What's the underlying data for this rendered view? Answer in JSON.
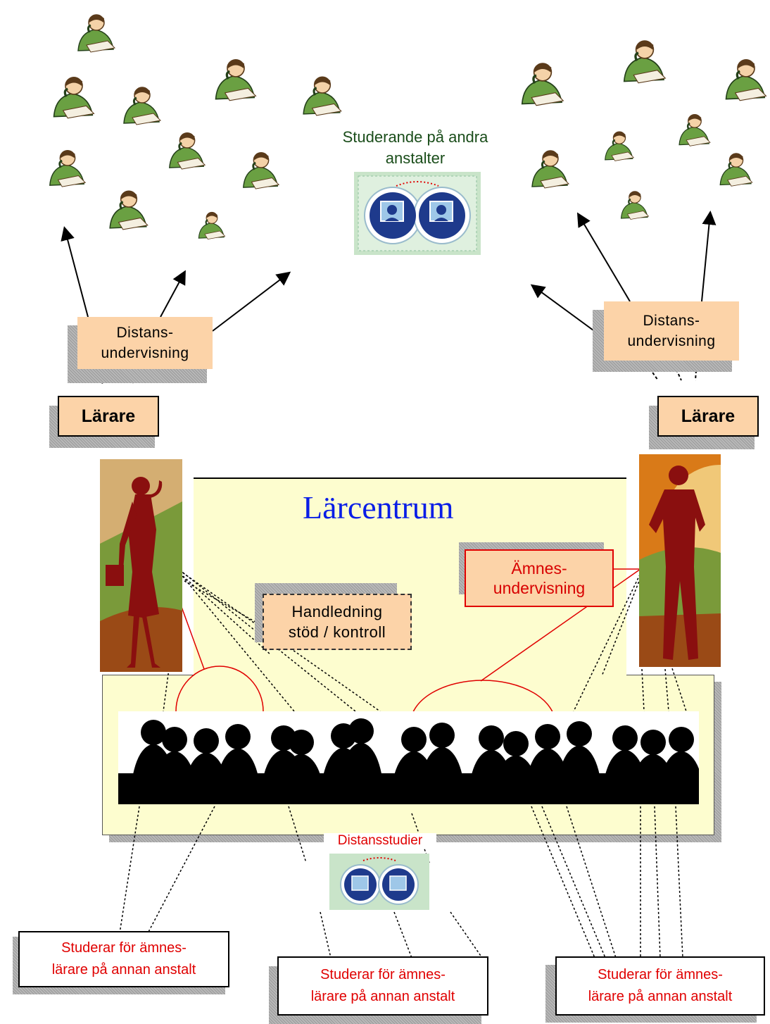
{
  "remote_group_label": "Studerande på andra\nanstalter",
  "distance_teaching_left": "Distans-\nundervisning",
  "distance_teaching_right": "Distans-\nundervisning",
  "teacher_left": "Lärare",
  "teacher_right": "Lärare",
  "learning_center_title": "Lärcentrum",
  "supervision_label": "Handledning\nstöd / kontroll",
  "subject_teaching_label": "Ämnes-\nundervisning",
  "distance_studies_label": "Distansstudier",
  "study_box_left": "Studerar för ämnes-\nlärare på annan anstalt",
  "study_box_middle": "Studerar för ämnes-\nlärare på annan anstalt",
  "study_box_right": "Studerar för ämnes-\nlärare på annan anstalt",
  "colors": {
    "box_fill": "#fcd3a8",
    "learning_center_fill": "#fdfdcf",
    "title_blue": "#0a1ee6",
    "accent_red": "#e00000",
    "student_green": "#6aa042"
  }
}
